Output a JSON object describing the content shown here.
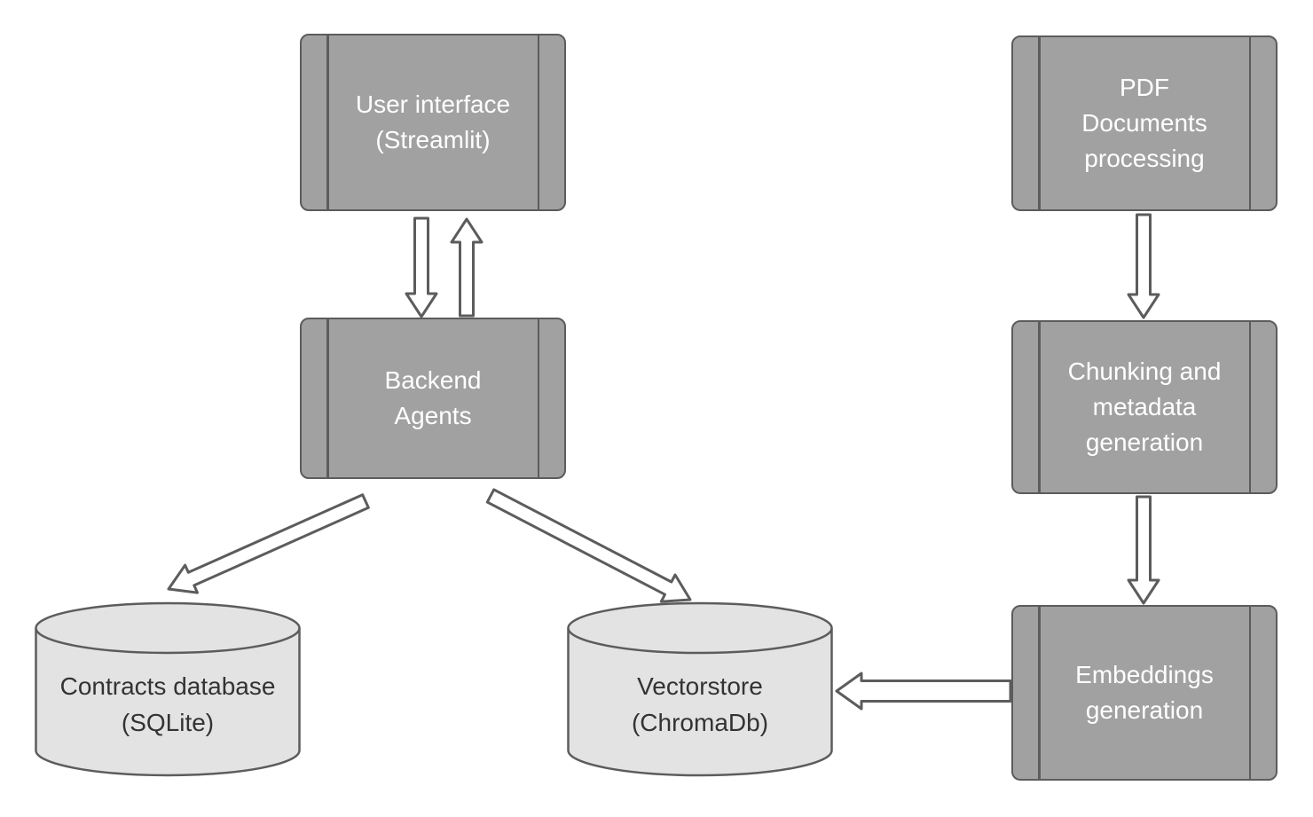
{
  "diagram": {
    "colors": {
      "background": "#ffffff",
      "process_fill": "#a1a1a1",
      "process_text": "#ffffff",
      "database_fill": "#e3e3e3",
      "database_text": "#333333",
      "stroke": "#5c5c5c",
      "arrow_fill": "#ffffff"
    },
    "nodes": {
      "user_interface": {
        "shape": "process",
        "label": "User interface\n(Streamlit)"
      },
      "backend_agents": {
        "shape": "process",
        "label": "Backend\nAgents"
      },
      "contracts_database": {
        "shape": "database",
        "label": "Contracts database\n(SQLite)"
      },
      "vectorstore": {
        "shape": "database",
        "label": "Vectorstore\n(ChromaDb)"
      },
      "pdf_documents_processing": {
        "shape": "process",
        "label": "PDF\nDocuments\nprocessing"
      },
      "chunking_metadata_generation": {
        "shape": "process",
        "label": "Chunking and\nmetadata\ngeneration"
      },
      "embeddings_generation": {
        "shape": "process",
        "label": "Embeddings\ngeneration"
      }
    },
    "edges": [
      {
        "id": "ui-to-backend",
        "from": "user_interface",
        "to": "backend_agents"
      },
      {
        "id": "backend-to-ui",
        "from": "backend_agents",
        "to": "user_interface"
      },
      {
        "id": "backend-to-contracts",
        "from": "backend_agents",
        "to": "contracts_database"
      },
      {
        "id": "backend-to-vectorstore",
        "from": "backend_agents",
        "to": "vectorstore"
      },
      {
        "id": "pdf-to-chunking",
        "from": "pdf_documents_processing",
        "to": "chunking_metadata_generation"
      },
      {
        "id": "chunking-to-embeddings",
        "from": "chunking_metadata_generation",
        "to": "embeddings_generation"
      },
      {
        "id": "embeddings-to-vectorstore",
        "from": "embeddings_generation",
        "to": "vectorstore"
      }
    ]
  }
}
